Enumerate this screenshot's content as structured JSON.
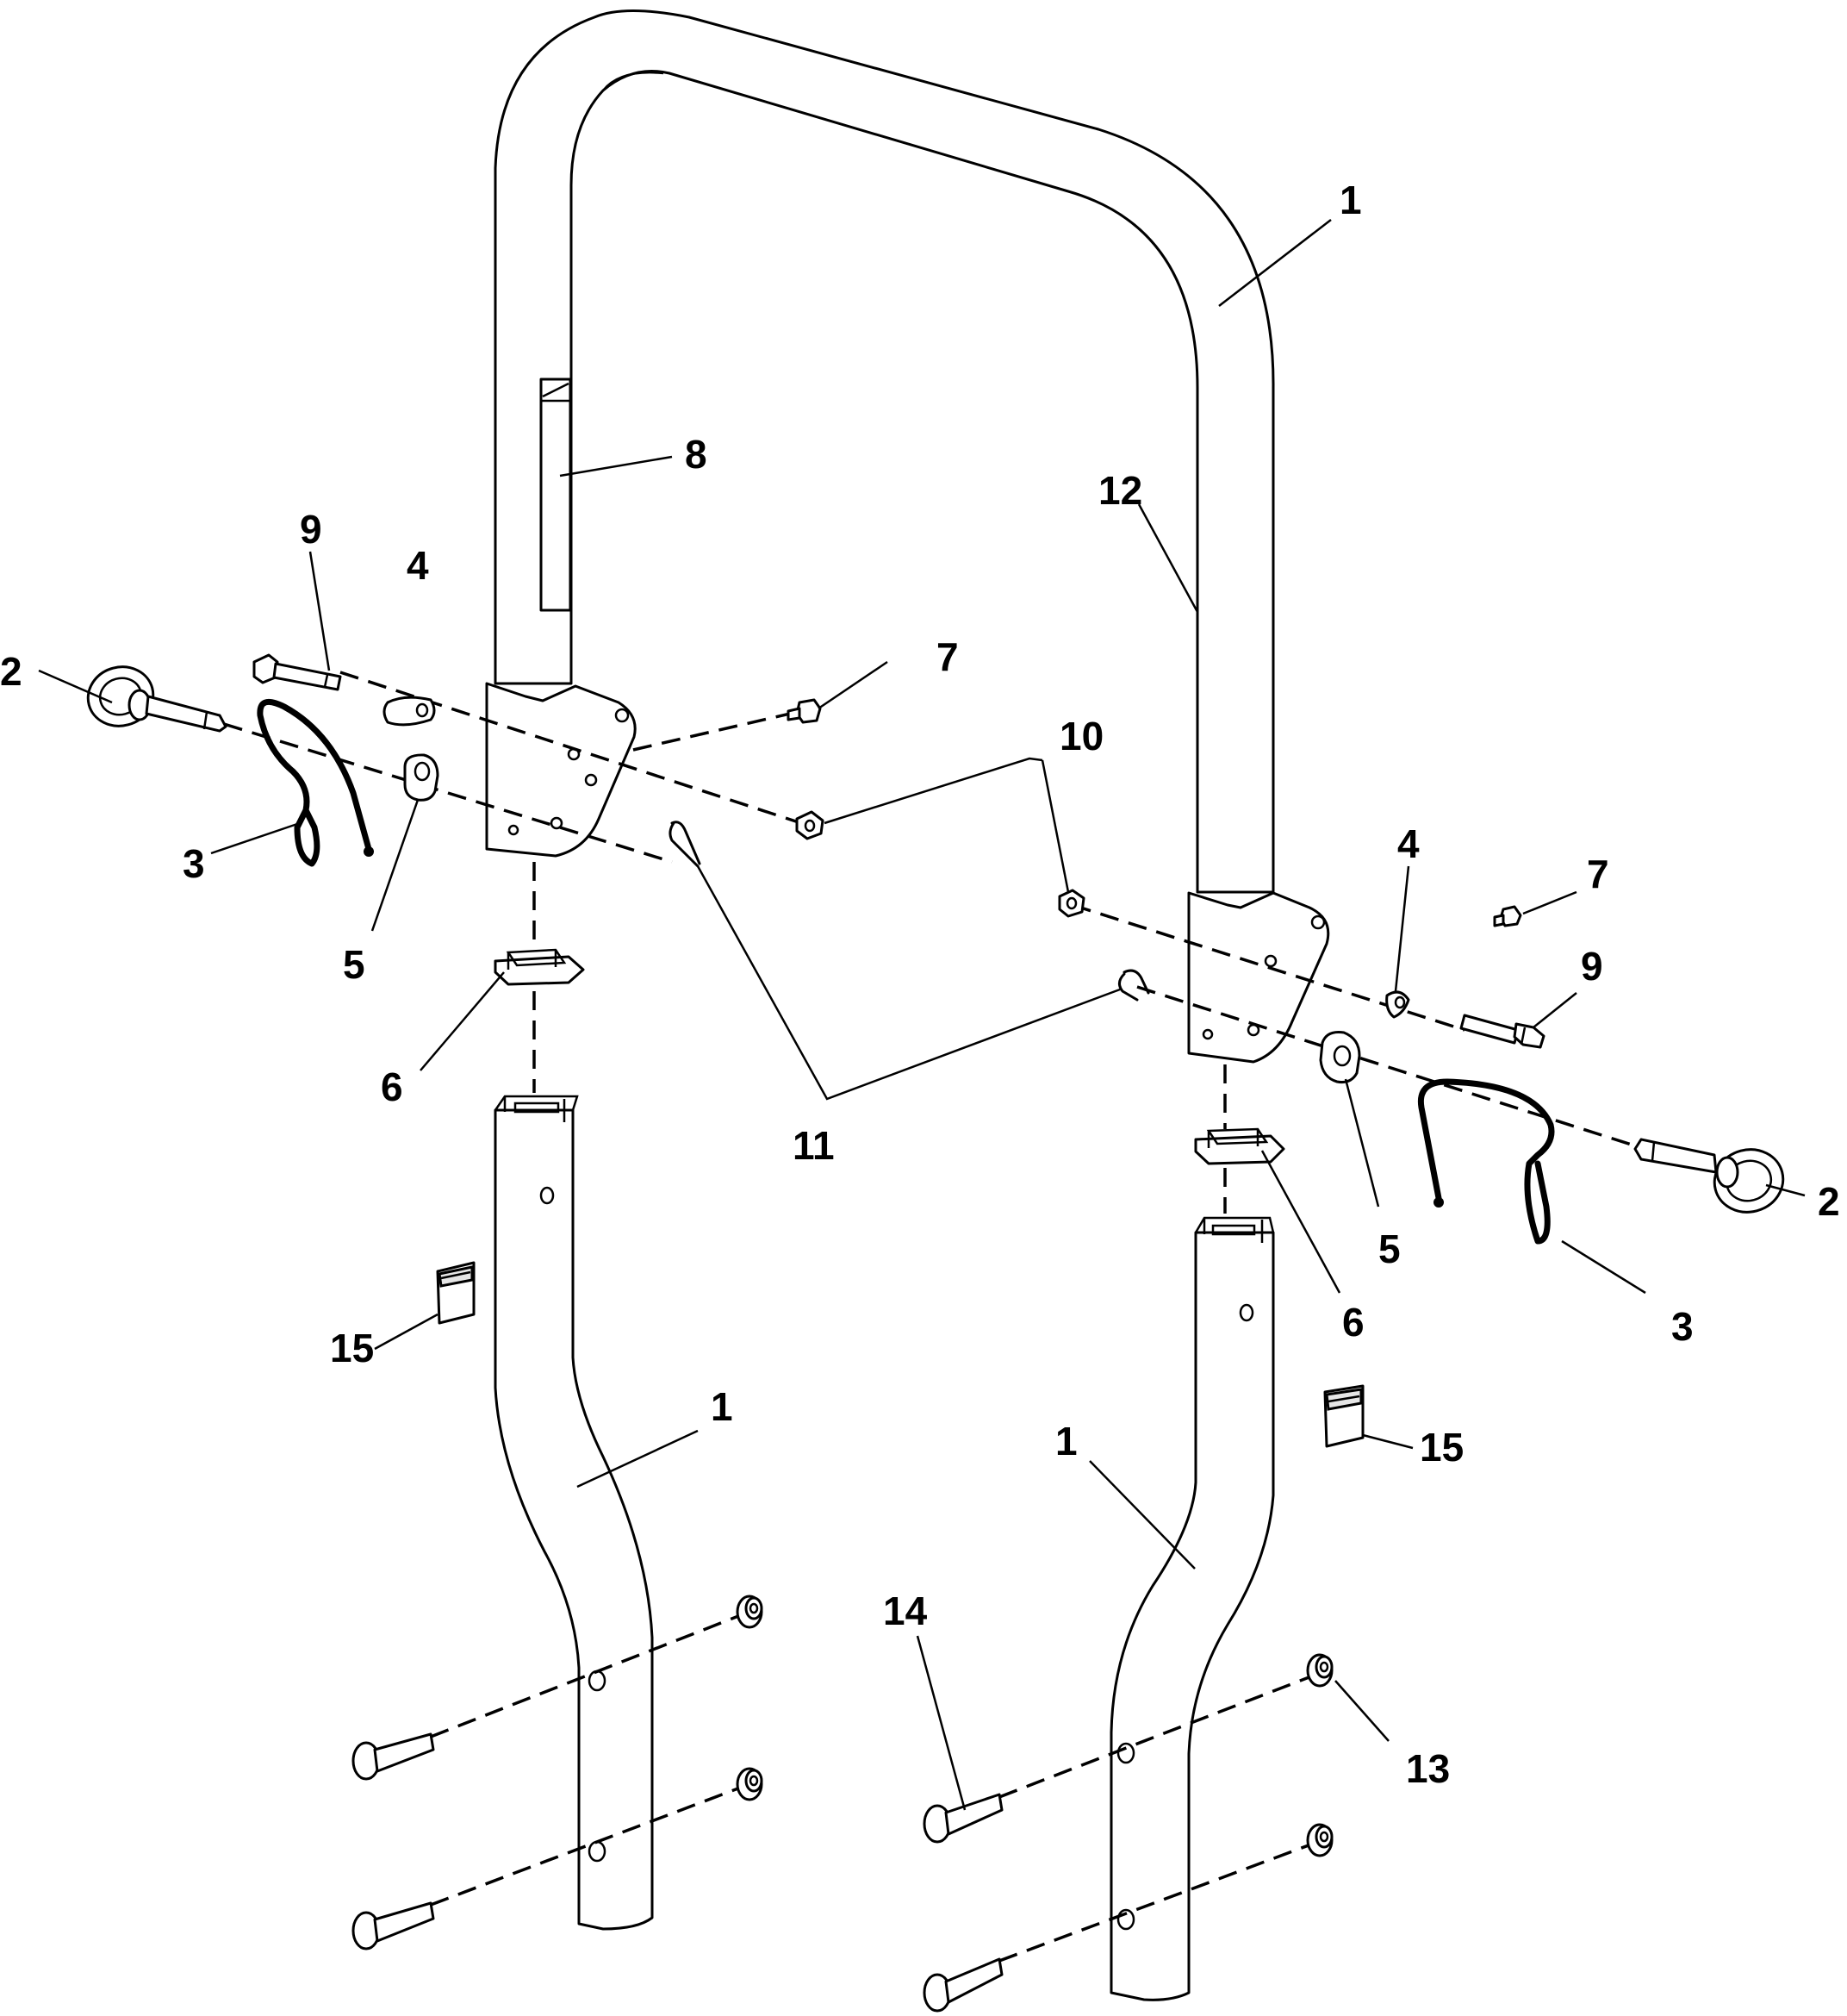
{
  "diagram": {
    "callouts": [
      {
        "id": "c1-top",
        "text": "1"
      },
      {
        "id": "c8",
        "text": "8"
      },
      {
        "id": "c12",
        "text": "12"
      },
      {
        "id": "c9-left",
        "text": "9"
      },
      {
        "id": "c4-left",
        "text": "4"
      },
      {
        "id": "c2-left",
        "text": "2"
      },
      {
        "id": "c7-left",
        "text": "7"
      },
      {
        "id": "c10",
        "text": "10"
      },
      {
        "id": "c3-left",
        "text": "3"
      },
      {
        "id": "c4-right",
        "text": "4"
      },
      {
        "id": "c7-right",
        "text": "7"
      },
      {
        "id": "c5-left",
        "text": "5"
      },
      {
        "id": "c9-right",
        "text": "9"
      },
      {
        "id": "c6-left",
        "text": "6"
      },
      {
        "id": "c11",
        "text": "11"
      },
      {
        "id": "c2-right",
        "text": "2"
      },
      {
        "id": "c5-right",
        "text": "5"
      },
      {
        "id": "c6-right",
        "text": "6"
      },
      {
        "id": "c3-right",
        "text": "3"
      },
      {
        "id": "c15-left",
        "text": "15"
      },
      {
        "id": "c1-left",
        "text": "1"
      },
      {
        "id": "c15-right",
        "text": "15"
      },
      {
        "id": "c1-right",
        "text": "1"
      },
      {
        "id": "c14",
        "text": "14"
      },
      {
        "id": "c13",
        "text": "13"
      }
    ]
  }
}
